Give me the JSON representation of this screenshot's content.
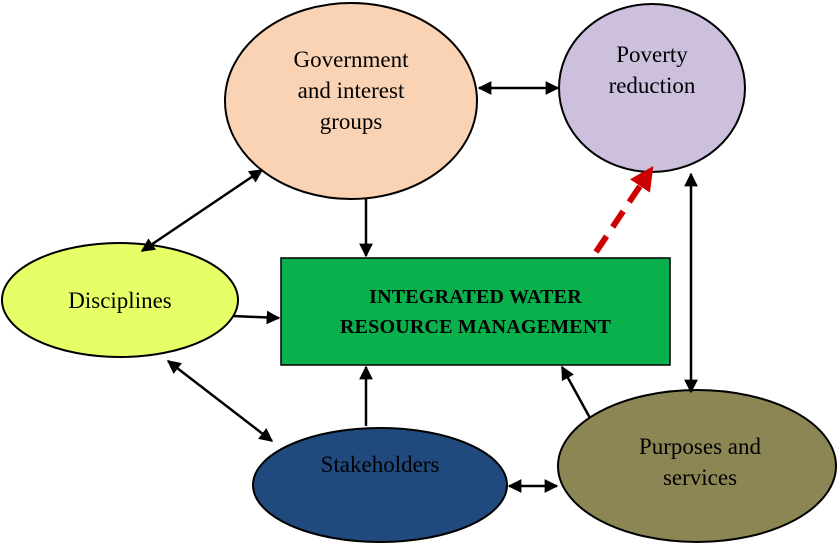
{
  "diagram": {
    "center": {
      "label": "INTEGRATED WATER\nRESOURCE MANAGEMENT",
      "fill": "#0ab04c"
    },
    "nodes": {
      "government": {
        "label": "Government\nand interest\ngroups",
        "fill": "#fad3b4"
      },
      "poverty": {
        "label": "Poverty\nreduction",
        "fill": "#cdc0dc"
      },
      "disciplines": {
        "label": "Disciplines",
        "fill": "#e6ff66"
      },
      "stakeholders": {
        "label": "Stakeholders",
        "fill": "#204a7d"
      },
      "purposes": {
        "label": "Purposes and\nservices",
        "fill": "#8c8654"
      }
    },
    "colors": {
      "outline": "#000000",
      "arrow": "#000000",
      "dashed_arrow": "#cc0000"
    }
  }
}
